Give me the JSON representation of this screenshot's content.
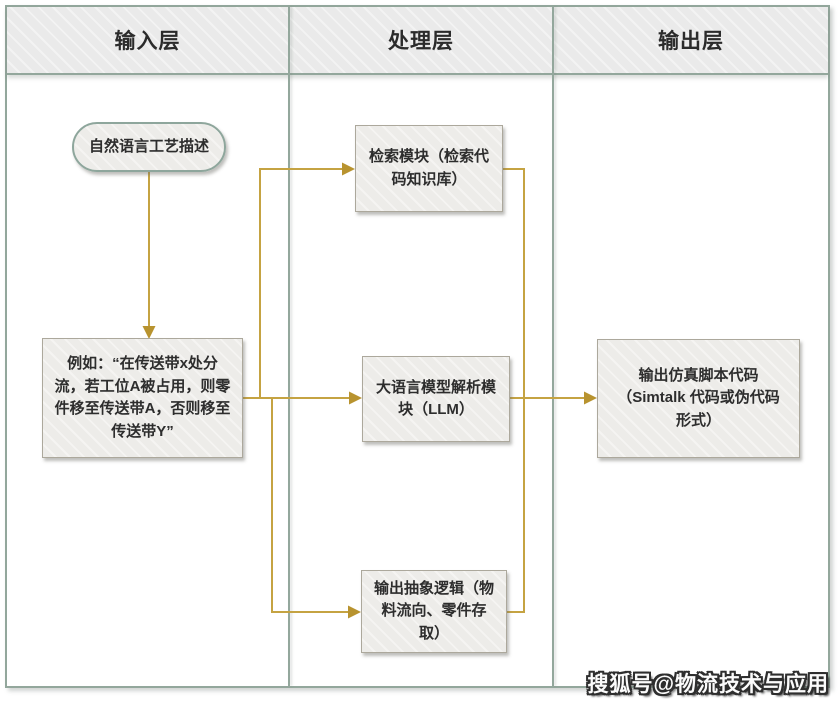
{
  "colors": {
    "lane_border": "#93a79c",
    "arrow_line": "#c5a342",
    "arrow_head": "#b8932f",
    "box_border": "#aca89c",
    "header_bg": "#ebebeb",
    "box_bg": "#edece9",
    "text": "#2d2d2d"
  },
  "lanes": [
    {
      "id": "input",
      "label": "输入层"
    },
    {
      "id": "process",
      "label": "处理层"
    },
    {
      "id": "output",
      "label": "输出层"
    }
  ],
  "nodes": {
    "natural_language": {
      "label": "自然语言工艺描述"
    },
    "example": {
      "label": "例如：“在传送带x处分流，若工位A被占用，则零件移至传送带A，否则移至传送带Y”"
    },
    "retrieval": {
      "label": "检索模块（检索代码知识库）"
    },
    "llm": {
      "label": "大语言模型解析模块（LLM）"
    },
    "abstract_logic": {
      "label": "输出抽象逻辑（物料流向、零件存取）"
    },
    "sim_output": {
      "label": "输出仿真脚本代码（Simtalk 代码或伪代码形式）"
    }
  },
  "watermark": {
    "text": "搜狐号@物流技术与应用"
  }
}
